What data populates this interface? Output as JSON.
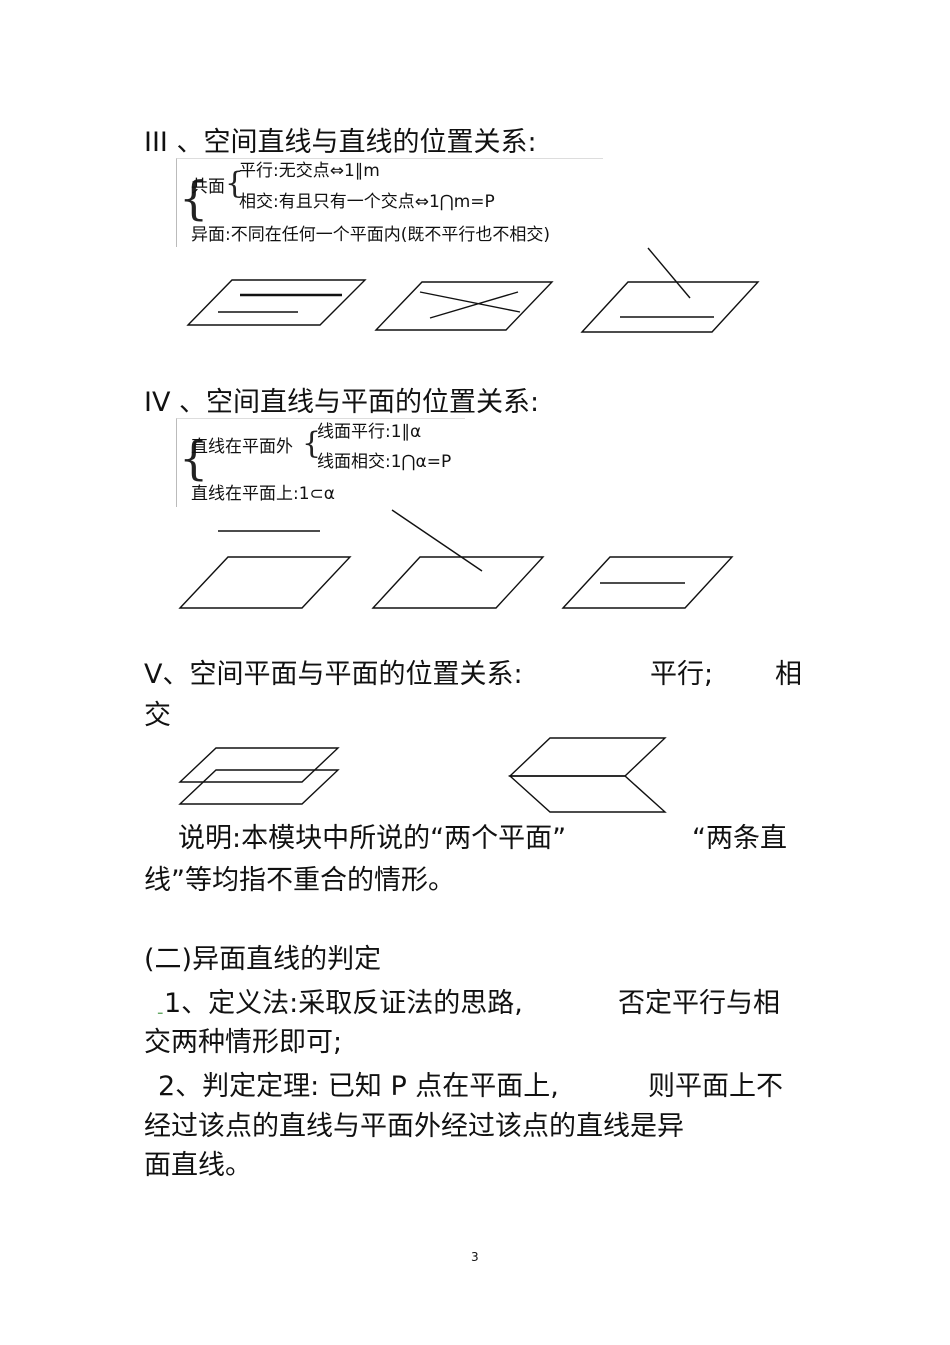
{
  "sections": {
    "s3": {
      "heading": "III 、空间直线与直线的位置关系:",
      "box": {
        "coplanar": "共面",
        "parallel": "平行:无交点⇔1∥m",
        "intersect": "相交:有且只有一个交点⇔1⋂m=P",
        "skew": "异面:不同在任何一个平面内(既不平行也不相交)"
      }
    },
    "s4": {
      "heading": "IV 、空间直线与平面的位置关系:",
      "box": {
        "outside": "直线在平面外",
        "parallel": "线面平行:1∥α",
        "intersect": "线面相交:1⋂α=P",
        "on_plane": "直线在平面上:1⊂α"
      }
    },
    "s5": {
      "heading_main": "V、空间平面与平面的位置关系:",
      "heading_parallel": "平行;",
      "heading_intersect_1": "相",
      "heading_intersect_2": "交"
    },
    "note": {
      "line1_a": "说明:本模块中所说的“两个平面”",
      "line1_b": "“两条直",
      "line2": "线”等均指不重合的情形。"
    },
    "s2": {
      "title": "(二)异面直线的判定",
      "item1_mark": "-",
      "item1_a": "1、定义法:采取反证法的思路,",
      "item1_b": "否定平行与相",
      "item1_c": "交两种情形即可;",
      "item2_a": "2、判定定理: 已知 P 点在平面上,",
      "item2_b": "则平面上不",
      "item2_c": "经过该点的直线与平面外经过该点的直线是异",
      "item2_d": "面直线。"
    }
  },
  "page_number": "3"
}
